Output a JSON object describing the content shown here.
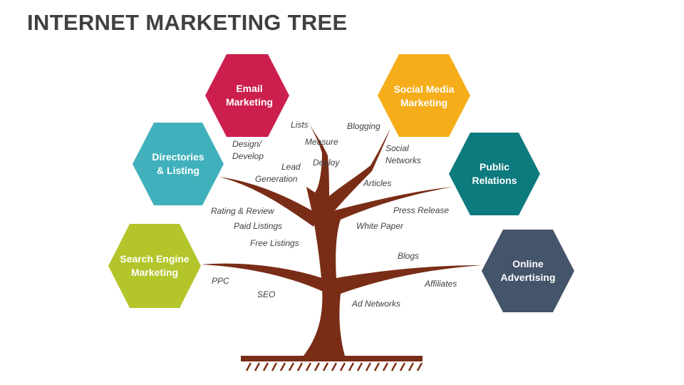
{
  "title": "INTERNET MARKETING TREE",
  "colors": {
    "trunk": "#7a2d16",
    "ground": "#7a2d16",
    "text": "#404040",
    "email": "#cc1f4e",
    "social": "#f6ad1a",
    "directories": "#40b1bc",
    "pr": "#0d7a7e",
    "search": "#b4c52b",
    "online": "#44546a"
  },
  "nodes": [
    {
      "key": "email",
      "line1": "Email",
      "line2": "Marketing"
    },
    {
      "key": "social",
      "line1": "Social Media",
      "line2": "Marketing"
    },
    {
      "key": "directories",
      "line1": "Directories",
      "line2": "& Listing"
    },
    {
      "key": "pr",
      "line1": "Public",
      "line2": "Relations"
    },
    {
      "key": "search",
      "line1": "Search Engine",
      "line2": "Marketing"
    },
    {
      "key": "online",
      "line1": "Online",
      "line2": "Advertising"
    }
  ],
  "labels": {
    "lists": "Lists",
    "measure": "Measure",
    "design_1": "Design/",
    "design_2": "Develop",
    "deploy": "Deploy",
    "lead_1": "Lead",
    "lead_2": "Generation",
    "blogging": "Blogging",
    "social_networks_1": "Social",
    "social_networks_2": "Networks",
    "articles": "Articles",
    "press_release": "Press Release",
    "white_paper": "White Paper",
    "rating_review": "Rating & Review",
    "paid_listings": "Paid Listings",
    "free_listings": "Free Listings",
    "ppc": "PPC",
    "seo": "SEO",
    "blogs": "Blogs",
    "affiliates": "Affiliates",
    "ad_networks": "Ad Networks"
  }
}
